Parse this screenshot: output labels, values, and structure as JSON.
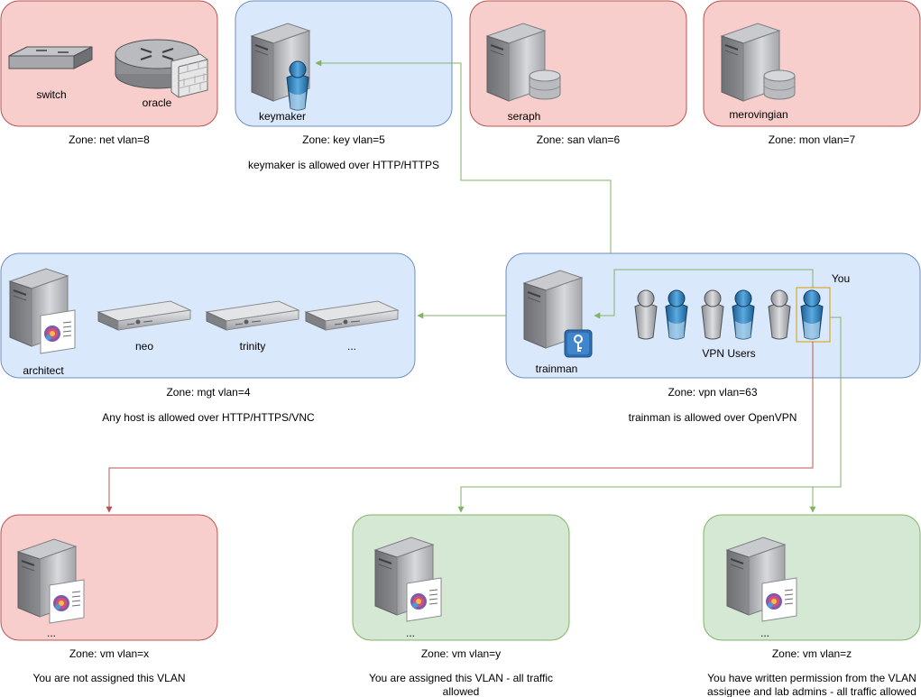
{
  "zones": {
    "net": {
      "caption": "Zone: net vlan=8",
      "hosts": [
        "switch",
        "oracle"
      ]
    },
    "key": {
      "caption": "Zone: key vlan=5",
      "note": "keymaker is allowed over HTTP/HTTPS",
      "hosts": [
        "keymaker"
      ]
    },
    "san": {
      "caption": "Zone: san vlan=6",
      "hosts": [
        "seraph"
      ]
    },
    "mon": {
      "caption": "Zone: mon vlan=7",
      "hosts": [
        "merovingian"
      ]
    },
    "mgt": {
      "caption": "Zone: mgt vlan=4",
      "note": "Any host is allowed over HTTP/HTTPS/VNC",
      "hosts": [
        "architect",
        "neo",
        "trinity",
        "..."
      ]
    },
    "vpn": {
      "caption": "Zone: vpn vlan=63",
      "note": "trainman is allowed over OpenVPN",
      "hosts": [
        "trainman"
      ],
      "users_label": "VPN Users",
      "you_label": "You"
    },
    "vmx": {
      "caption": "Zone: vm vlan=x",
      "note": "You are not assigned this VLAN",
      "host": "..."
    },
    "vmy": {
      "caption": "Zone: vm vlan=y",
      "note_lines": [
        "You are assigned this VLAN - all traffic",
        "allowed"
      ],
      "host": "..."
    },
    "vmz": {
      "caption": "Zone: vm vlan=z",
      "note_lines": [
        "You have written permission from the VLAN",
        "assignee and lab admins - all traffic allowed"
      ],
      "host": "..."
    }
  },
  "colors": {
    "red_fill": "#f8cecc",
    "red_stroke": "#b85450",
    "blue_fill": "#dae8fc",
    "blue_stroke": "#6c8ebf",
    "green_fill": "#d5e8d4",
    "green_stroke": "#82b366",
    "allow_edge": "#82b366",
    "deny_edge": "#b85450",
    "you_highlight": "#d79b00"
  }
}
